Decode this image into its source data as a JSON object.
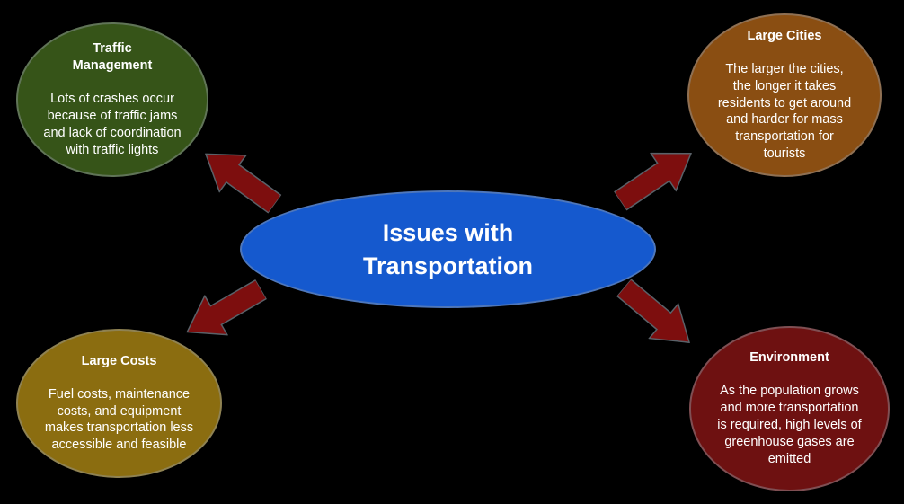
{
  "diagram": {
    "background": "#000000",
    "text_color": "#ffffff",
    "center": {
      "label": "Issues with Transportation",
      "color": "#1559ce"
    },
    "nodes": [
      {
        "id": "traffic-management",
        "position": "top-left",
        "title": "Traffic Management",
        "body": "Lots of crashes occur because of traffic jams and lack of coordination with traffic lights",
        "color": "#365418"
      },
      {
        "id": "large-cities",
        "position": "top-right",
        "title": "Large Cities",
        "body": "The larger the cities, the longer it takes residents to get around and harder for mass transportation for tourists",
        "color": "#8a4e12"
      },
      {
        "id": "large-costs",
        "position": "bottom-left",
        "title": "Large Costs",
        "body": "Fuel costs, maintenance costs, and equipment makes transportation less accessible and feasible",
        "color": "#8b6d10"
      },
      {
        "id": "environment",
        "position": "bottom-right",
        "title": "Environment",
        "body": "As the population grows and more transportation is required, high levels of greenhouse gases are emitted",
        "color": "#6e1111"
      }
    ],
    "arrows": {
      "color": "#7d0e0e",
      "outline": "#5a6168",
      "directions": [
        "up-left",
        "up-right",
        "down-left",
        "down-right"
      ]
    }
  }
}
